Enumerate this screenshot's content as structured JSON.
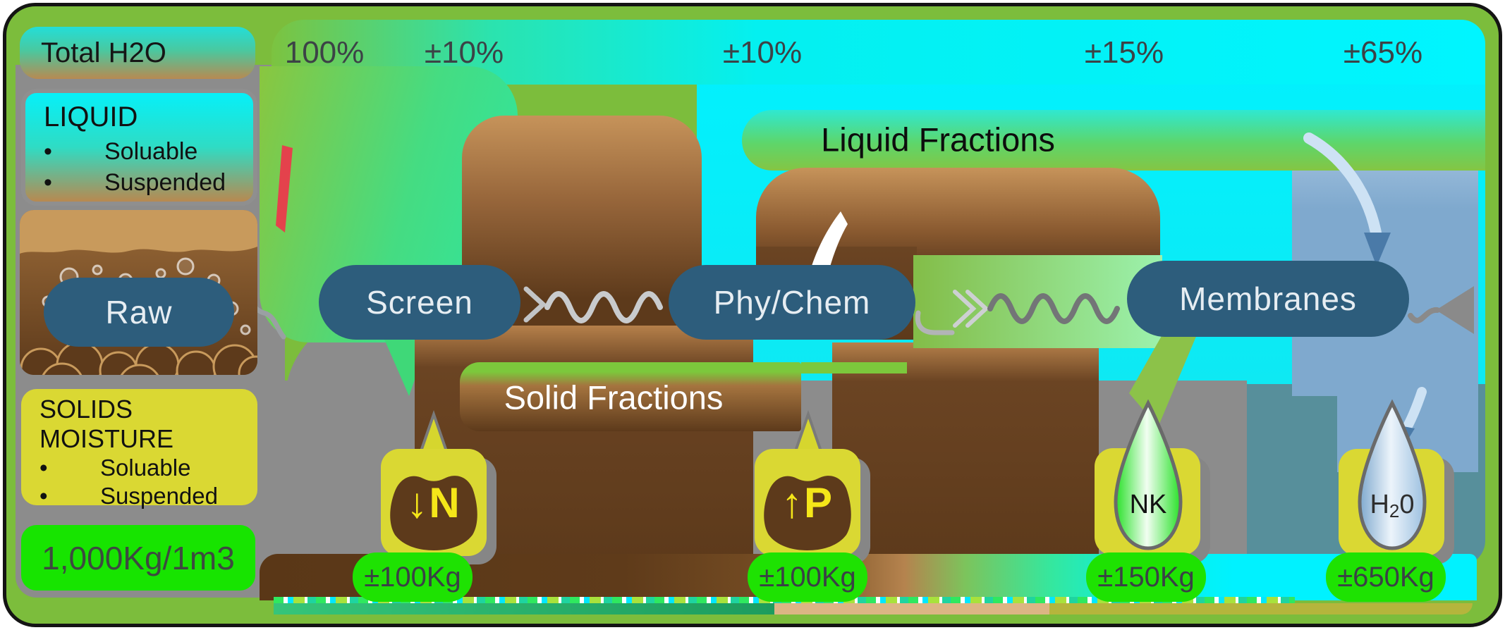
{
  "legend": {
    "total_h2o_label": "Total H2O",
    "bullet_char": "•",
    "liquid_box": {
      "heading": "LIQUID",
      "bullets": [
        {
          "label": "Soluable"
        },
        {
          "label": "Suspended"
        }
      ]
    },
    "solids_box": {
      "heading_lines": [
        {
          "text": "SOLIDS"
        },
        {
          "text": "MOISTURE"
        }
      ],
      "bullets": [
        {
          "label": "Soluable"
        },
        {
          "label": "Suspended"
        }
      ]
    },
    "density_label": "1,000Kg/1m3"
  },
  "percent_labels": [
    {
      "value": "100%"
    },
    {
      "value": "±10%"
    },
    {
      "value": "±10%"
    },
    {
      "value": "±15%"
    },
    {
      "value": "±65%"
    }
  ],
  "flow_labels": {
    "liquid": "Liquid Fractions",
    "solid": "Solid Fractions"
  },
  "process_nodes": [
    {
      "label": "Raw"
    },
    {
      "label": "Screen"
    },
    {
      "label": "Phy/Chem"
    },
    {
      "label": "Membranes"
    }
  ],
  "products": [
    {
      "name": "nitrogen-reduced",
      "arrow": "↓",
      "letter": "N"
    },
    {
      "name": "phosphorus-concentrated",
      "arrow": "↑",
      "letter": "P"
    },
    {
      "name": "nk-concentrate",
      "label": "NK"
    },
    {
      "name": "clean-water",
      "label_pre": "H",
      "label_sub": "2",
      "label_post": "0"
    }
  ],
  "mass_labels": [
    {
      "value": "±100Kg"
    },
    {
      "value": "±100Kg"
    },
    {
      "value": "±150Kg"
    },
    {
      "value": "±650Kg"
    }
  ],
  "colors": {
    "frame_green": "#7cbd3c",
    "cyan": "#00f2ff",
    "process_node_teal": "#2d5d7c",
    "brown_dark": "#5d3a1b",
    "brown_light": "#c6935a",
    "legend_yellow": "#dad833",
    "value_green": "#1ee202",
    "steel_blue": "#7fa9ce",
    "background_gray": "#8c8c8c",
    "droplet_green": "#29e129",
    "teal_panel": "#578f9b"
  }
}
